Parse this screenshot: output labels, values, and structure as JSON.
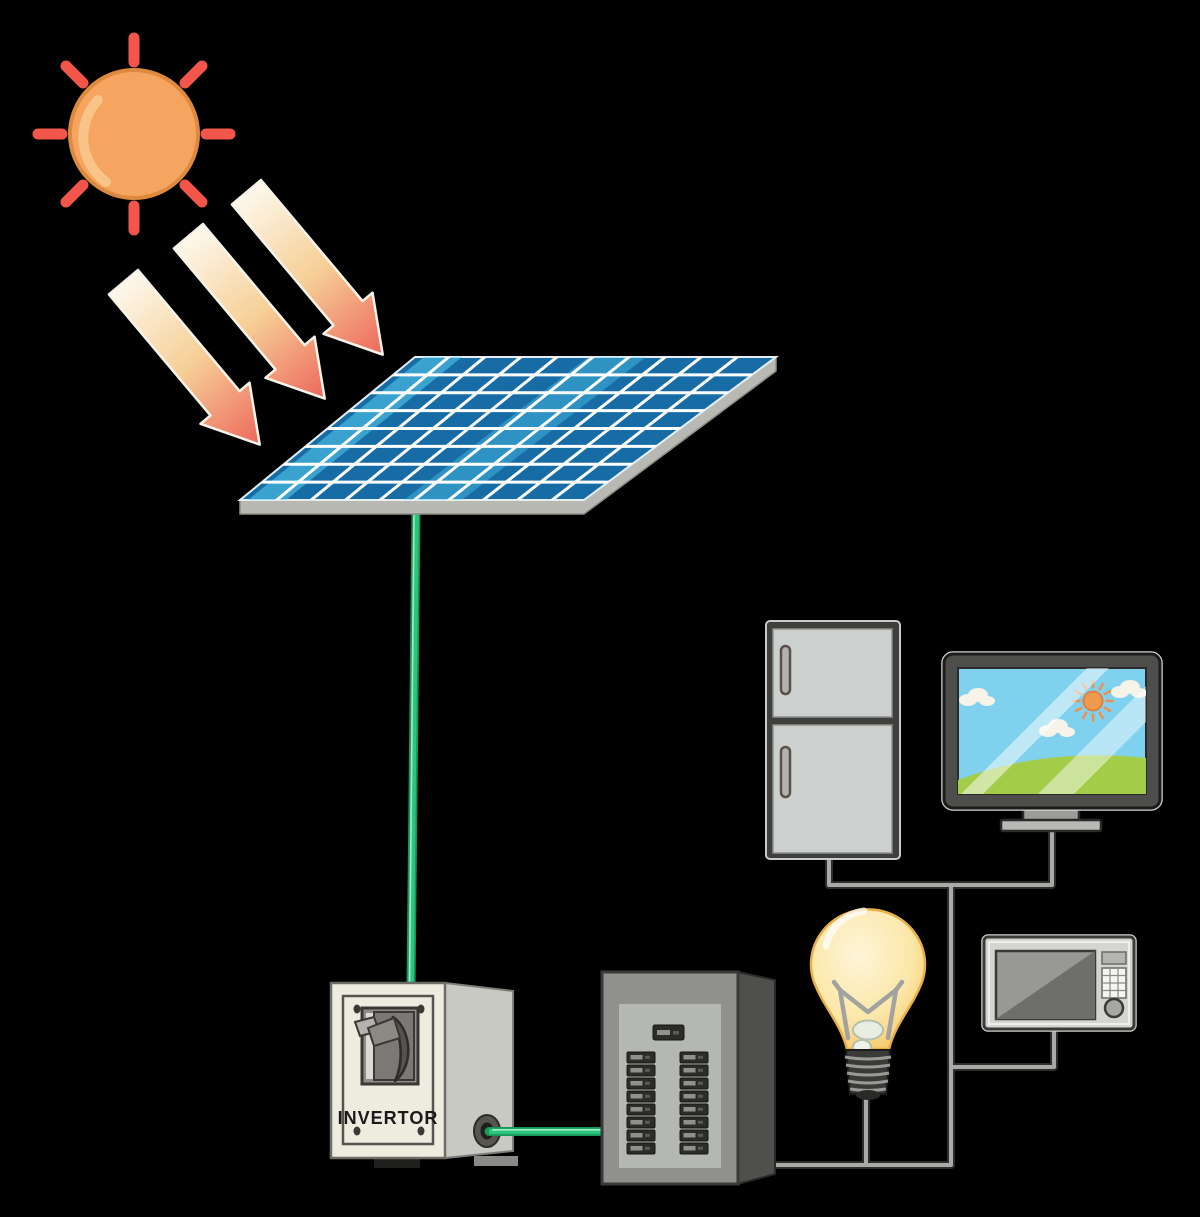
{
  "diagram": {
    "invertor_label": "INVERTOR",
    "components": [
      "sun-icon",
      "sunlight-arrows-icon",
      "solar-panel-icon",
      "green-dc-wire",
      "invertor-box",
      "green-ac-wire",
      "breaker-panel-icon",
      "power-wires",
      "refrigerator-icon",
      "tv-monitor-icon",
      "light-bulb-icon",
      "microwave-icon"
    ]
  },
  "colors": {
    "background": "#000000",
    "sun_body": "#f5a55f",
    "sun_edge": "#dd8a3e",
    "sun_highlight": "#f9c98e",
    "sun_ray": "#f2564a",
    "arrow_light": "#fdf8ec",
    "arrow_mid": "#f6cf96",
    "arrow_tip": "#ed675c",
    "panel_cell": "#176ca6",
    "panel_grid": "#ffffff",
    "panel_streak": "#55cfee",
    "panel_frame": "#b9b9b4",
    "green_wire": "#2fc47e",
    "green_wire_dark": "#17965a",
    "green_wire_light": "#9dedc6",
    "power_wire_dark": "#2e2e2c",
    "power_wire_core": "#a9a9a7",
    "invertor_front": "#eeecdf",
    "invertor_side": "#c9c9c3",
    "invertor_label_color": "#1a1a1a",
    "breaker_front": "#90908c",
    "breaker_side": "#4f4f4b",
    "breaker_inner": "#b5b7b3",
    "breaker_switch": "#2c2c2a",
    "fridge_frame": "#3f3f3d",
    "fridge_door": "#ccd0ce",
    "tv_frame": "#4d4d4b",
    "tv_sky": "#7fd1ee",
    "tv_grass": "#a3cd49",
    "tv_sun": "#f09a4e",
    "tv_cloud": "#f6f3e9",
    "bulb_glass_center": "#fdf5d8",
    "bulb_glass_edge": "#f3bd4e",
    "bulb_base": "#3a3a38",
    "microwave_body": "#d4d4d2",
    "microwave_window_light": "#989896",
    "microwave_window_dark": "#6e6e6c"
  }
}
